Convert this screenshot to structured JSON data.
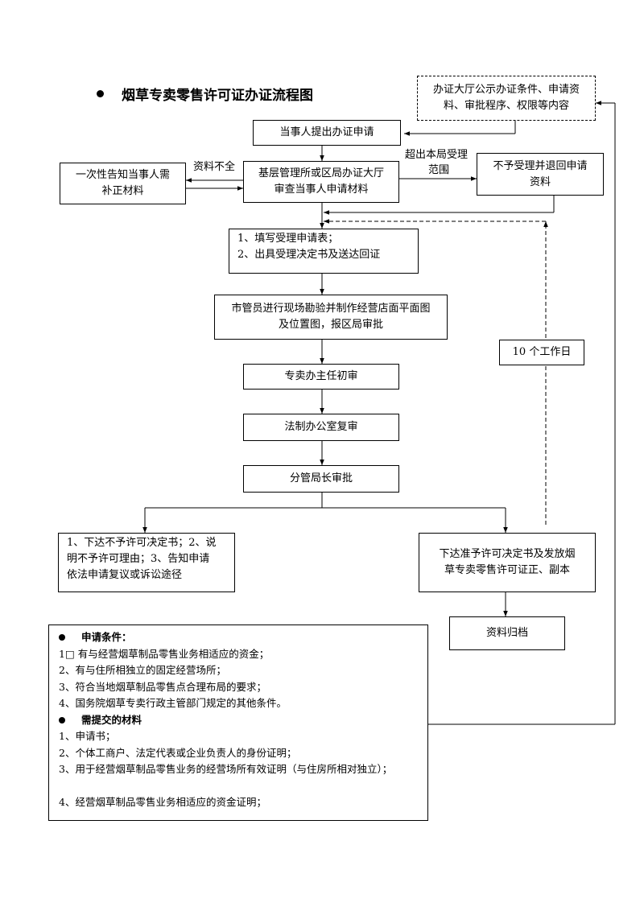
{
  "title": "烟草专卖零售许可证办证流程图",
  "nodes": {
    "public_notice": [
      "办证大厅公示办证条件、申请资",
      "料、审批程序、权限等内容"
    ],
    "apply": "当事人提出办证申请",
    "notify": [
      "一次性告知当事人需",
      "补正材料"
    ],
    "review": [
      "基层管理所或区局办证大厅",
      "审查当事人申请材料"
    ],
    "reject": [
      "不予受理并退回申请",
      "资料"
    ],
    "fill_form": [
      "1、填写受理申请表；",
      "2、出具受理决定书及送达回证"
    ],
    "survey": [
      "市管员进行现场勘验并制作经营店面平面图",
      "及位置图，报区局审批"
    ],
    "first_review": "专卖办主任初审",
    "legal_review": "法制办公室复审",
    "director": "分管局长审批",
    "deny_decision": [
      "1、下达不予许可决定书；2、说",
      "明不予许可理由；3、告知申请",
      "依法申请复议或诉讼途径"
    ],
    "grant_decision": [
      "下达准予许可决定书及发放烟",
      "草专卖零售许可证正、副本"
    ],
    "archive": "资料归档",
    "workdays": "10 个工作日"
  },
  "edge_labels": {
    "incomplete": "资料不全",
    "out_of_scope_1": "超出本局受理",
    "out_of_scope_2": "范围"
  },
  "info": {
    "conditions_title": "申请条件：",
    "conditions": [
      "1□ 有与经营烟草制品零售业务相适应的资金；",
      "2、有与住所相独立的固定经营场所；",
      "3、符合当地烟草制品零售点合理布局的要求；",
      "4、国务院烟草专卖行政主管部门规定的其他条件。"
    ],
    "materials_title": "需提交的材料",
    "materials": [
      "1、申请书；",
      "2、个体工商户、法定代表或企业负责人的身份证明；",
      "3、用于经营烟草制品零售业务的经营场所有效证明（与住房所相对独立）；",
      "",
      "4、经营烟草制品零售业务相适应的资金证明；"
    ]
  }
}
